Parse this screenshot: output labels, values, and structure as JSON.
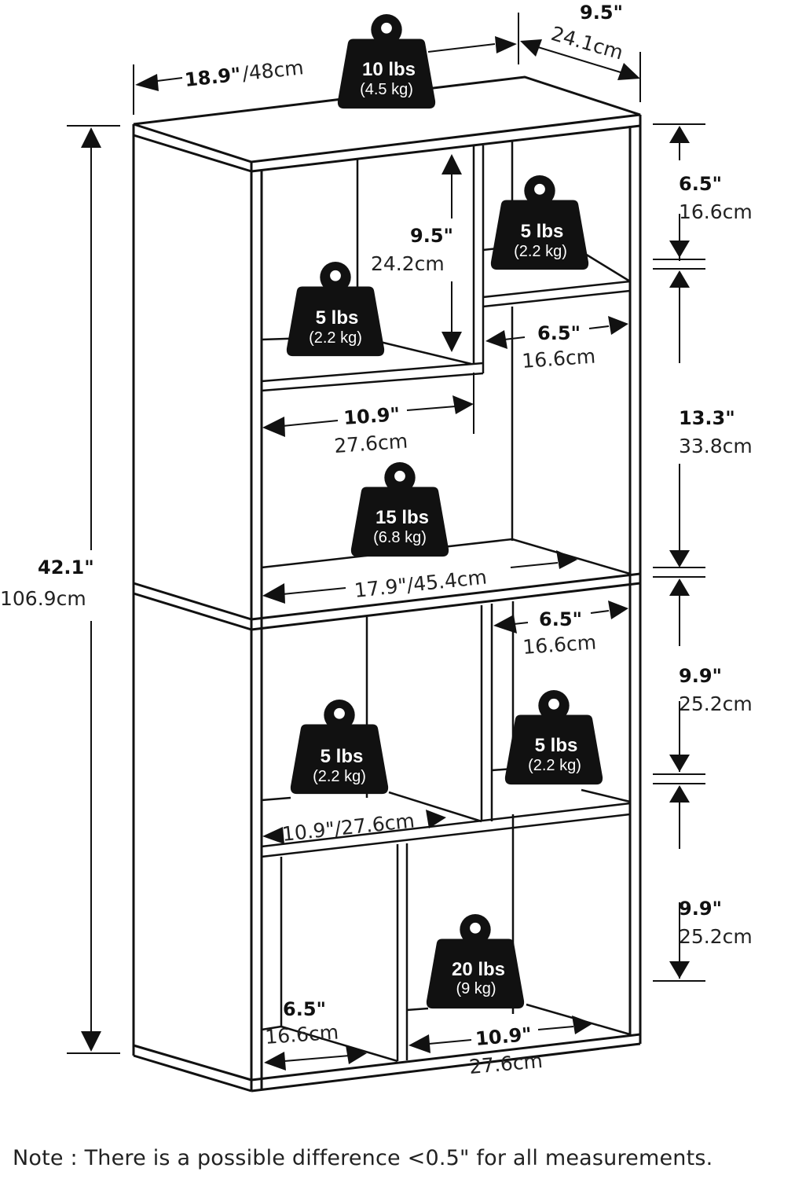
{
  "title": "Bookcase dimensions and weight capacity",
  "overall": {
    "width": {
      "in": "18.9\"",
      "cm": "48cm",
      "label": "18.9\"/48cm"
    },
    "depth": {
      "in": "9.5\"",
      "cm": "24.1cm"
    },
    "height": {
      "in": "42.1\"",
      "cm": "106.9cm"
    }
  },
  "side_dimensions": [
    {
      "in": "6.5\"",
      "cm": "16.6cm"
    },
    {
      "in": "13.3\"",
      "cm": "33.8cm"
    },
    {
      "in": "9.9\"",
      "cm": "25.2cm"
    },
    {
      "in": "9.9\"",
      "cm": "25.2cm"
    }
  ],
  "interior_dimensions": {
    "top_left_height": {
      "in": "9.5\"",
      "cm": "24.2cm"
    },
    "top_right_width": {
      "in": "6.5\"",
      "cm": "16.6cm"
    },
    "middle_left_width": {
      "in": "10.9\"",
      "cm": "27.6cm"
    },
    "middle_full_width": {
      "label": "17.9\"/45.4cm"
    },
    "lower_right_width": {
      "in": "6.5\"",
      "cm": "16.6cm"
    },
    "lower_left_width": {
      "label": "10.9\"/27.6cm"
    },
    "bottom_left_width": {
      "in": "6.5\"",
      "cm": "16.6cm"
    },
    "bottom_right_width": {
      "in": "10.9\"",
      "cm": "27.6cm"
    }
  },
  "weights": [
    {
      "id": "top",
      "lbs": "10 lbs",
      "kg": "(4.5 kg)"
    },
    {
      "id": "upper-left",
      "lbs": "5 lbs",
      "kg": "(2.2 kg)"
    },
    {
      "id": "upper-right",
      "lbs": "5 lbs",
      "kg": "(2.2 kg)"
    },
    {
      "id": "middle",
      "lbs": "15 lbs",
      "kg": "(6.8 kg)"
    },
    {
      "id": "lower-left",
      "lbs": "5 lbs",
      "kg": "(2.2 kg)"
    },
    {
      "id": "lower-right",
      "lbs": "5 lbs",
      "kg": "(2.2 kg)"
    },
    {
      "id": "bottom",
      "lbs": "20 lbs",
      "kg": "(9 kg)"
    }
  ],
  "note": "Note : There is a possible difference <0.5\" for all measurements."
}
